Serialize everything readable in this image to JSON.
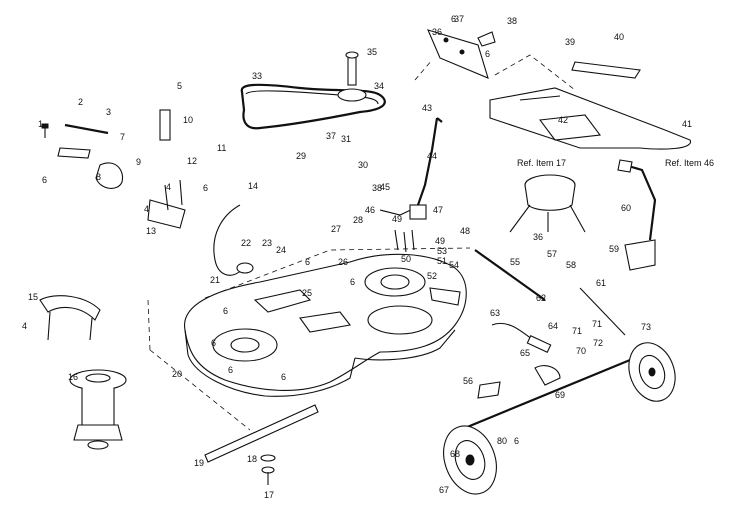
{
  "reference_notes": {
    "item_17": "Ref. Item 17",
    "item_46": "Ref. Item 46"
  },
  "callouts": [
    {
      "id": "c1",
      "text": "1"
    },
    {
      "id": "c2",
      "text": "2"
    },
    {
      "id": "c3",
      "text": "3"
    },
    {
      "id": "c4a",
      "text": "4"
    },
    {
      "id": "c4b",
      "text": "4"
    },
    {
      "id": "c4c",
      "text": "4"
    },
    {
      "id": "c5",
      "text": "5"
    },
    {
      "id": "c6a",
      "text": "6"
    },
    {
      "id": "c6b",
      "text": "6"
    },
    {
      "id": "c6c",
      "text": "6"
    },
    {
      "id": "c6d",
      "text": "6"
    },
    {
      "id": "c6e",
      "text": "6"
    },
    {
      "id": "c6f",
      "text": "6"
    },
    {
      "id": "c6g",
      "text": "6"
    },
    {
      "id": "c6h",
      "text": "6"
    },
    {
      "id": "c6i",
      "text": "6"
    },
    {
      "id": "c6j",
      "text": "6"
    },
    {
      "id": "c7",
      "text": "7"
    },
    {
      "id": "c8",
      "text": "8"
    },
    {
      "id": "c9",
      "text": "9"
    },
    {
      "id": "c10",
      "text": "10"
    },
    {
      "id": "c11",
      "text": "11"
    },
    {
      "id": "c12",
      "text": "12"
    },
    {
      "id": "c13",
      "text": "13"
    },
    {
      "id": "c14",
      "text": "14"
    },
    {
      "id": "c15",
      "text": "15"
    },
    {
      "id": "c16",
      "text": "16"
    },
    {
      "id": "c17",
      "text": "17"
    },
    {
      "id": "c18",
      "text": "18"
    },
    {
      "id": "c19",
      "text": "19"
    },
    {
      "id": "c20",
      "text": "20"
    },
    {
      "id": "c21",
      "text": "21"
    },
    {
      "id": "c22",
      "text": "22"
    },
    {
      "id": "c23",
      "text": "23"
    },
    {
      "id": "c24",
      "text": "24"
    },
    {
      "id": "c25",
      "text": "25"
    },
    {
      "id": "c26",
      "text": "26"
    },
    {
      "id": "c27",
      "text": "27"
    },
    {
      "id": "c28",
      "text": "28"
    },
    {
      "id": "c29",
      "text": "29"
    },
    {
      "id": "c30",
      "text": "30"
    },
    {
      "id": "c31",
      "text": "31"
    },
    {
      "id": "c33",
      "text": "33"
    },
    {
      "id": "c34",
      "text": "34"
    },
    {
      "id": "c35",
      "text": "35"
    },
    {
      "id": "c36",
      "text": "36"
    },
    {
      "id": "c36b",
      "text": "36"
    },
    {
      "id": "c37a",
      "text": "37"
    },
    {
      "id": "c37b",
      "text": "37"
    },
    {
      "id": "c38",
      "text": "38"
    },
    {
      "id": "c38b",
      "text": "38"
    },
    {
      "id": "c39",
      "text": "39"
    },
    {
      "id": "c40",
      "text": "40"
    },
    {
      "id": "c41",
      "text": "41"
    },
    {
      "id": "c42",
      "text": "42"
    },
    {
      "id": "c43",
      "text": "43"
    },
    {
      "id": "c44",
      "text": "44"
    },
    {
      "id": "c45",
      "text": "45"
    },
    {
      "id": "c46",
      "text": "46"
    },
    {
      "id": "c47",
      "text": "47"
    },
    {
      "id": "c48",
      "text": "48"
    },
    {
      "id": "c49",
      "text": "49"
    },
    {
      "id": "c50",
      "text": "50"
    },
    {
      "id": "c51",
      "text": "51"
    },
    {
      "id": "c52",
      "text": "52"
    },
    {
      "id": "c53",
      "text": "53"
    },
    {
      "id": "c54",
      "text": "54"
    },
    {
      "id": "c55",
      "text": "55"
    },
    {
      "id": "c56",
      "text": "56"
    },
    {
      "id": "c57",
      "text": "57"
    },
    {
      "id": "c58",
      "text": "58"
    },
    {
      "id": "c59",
      "text": "59"
    },
    {
      "id": "c60",
      "text": "60"
    },
    {
      "id": "c61",
      "text": "61"
    },
    {
      "id": "c62",
      "text": "62"
    },
    {
      "id": "c63",
      "text": "63"
    },
    {
      "id": "c64",
      "text": "64"
    },
    {
      "id": "c65",
      "text": "65"
    },
    {
      "id": "c67",
      "text": "67"
    },
    {
      "id": "c68",
      "text": "68"
    },
    {
      "id": "c69",
      "text": "69"
    },
    {
      "id": "c70",
      "text": "70"
    },
    {
      "id": "c71a",
      "text": "71"
    },
    {
      "id": "c71b",
      "text": "71"
    },
    {
      "id": "c72",
      "text": "72"
    },
    {
      "id": "c73",
      "text": "73"
    },
    {
      "id": "c80",
      "text": "80"
    },
    {
      "id": "c49b",
      "text": "49"
    },
    {
      "id": "c6k",
      "text": "6"
    }
  ]
}
